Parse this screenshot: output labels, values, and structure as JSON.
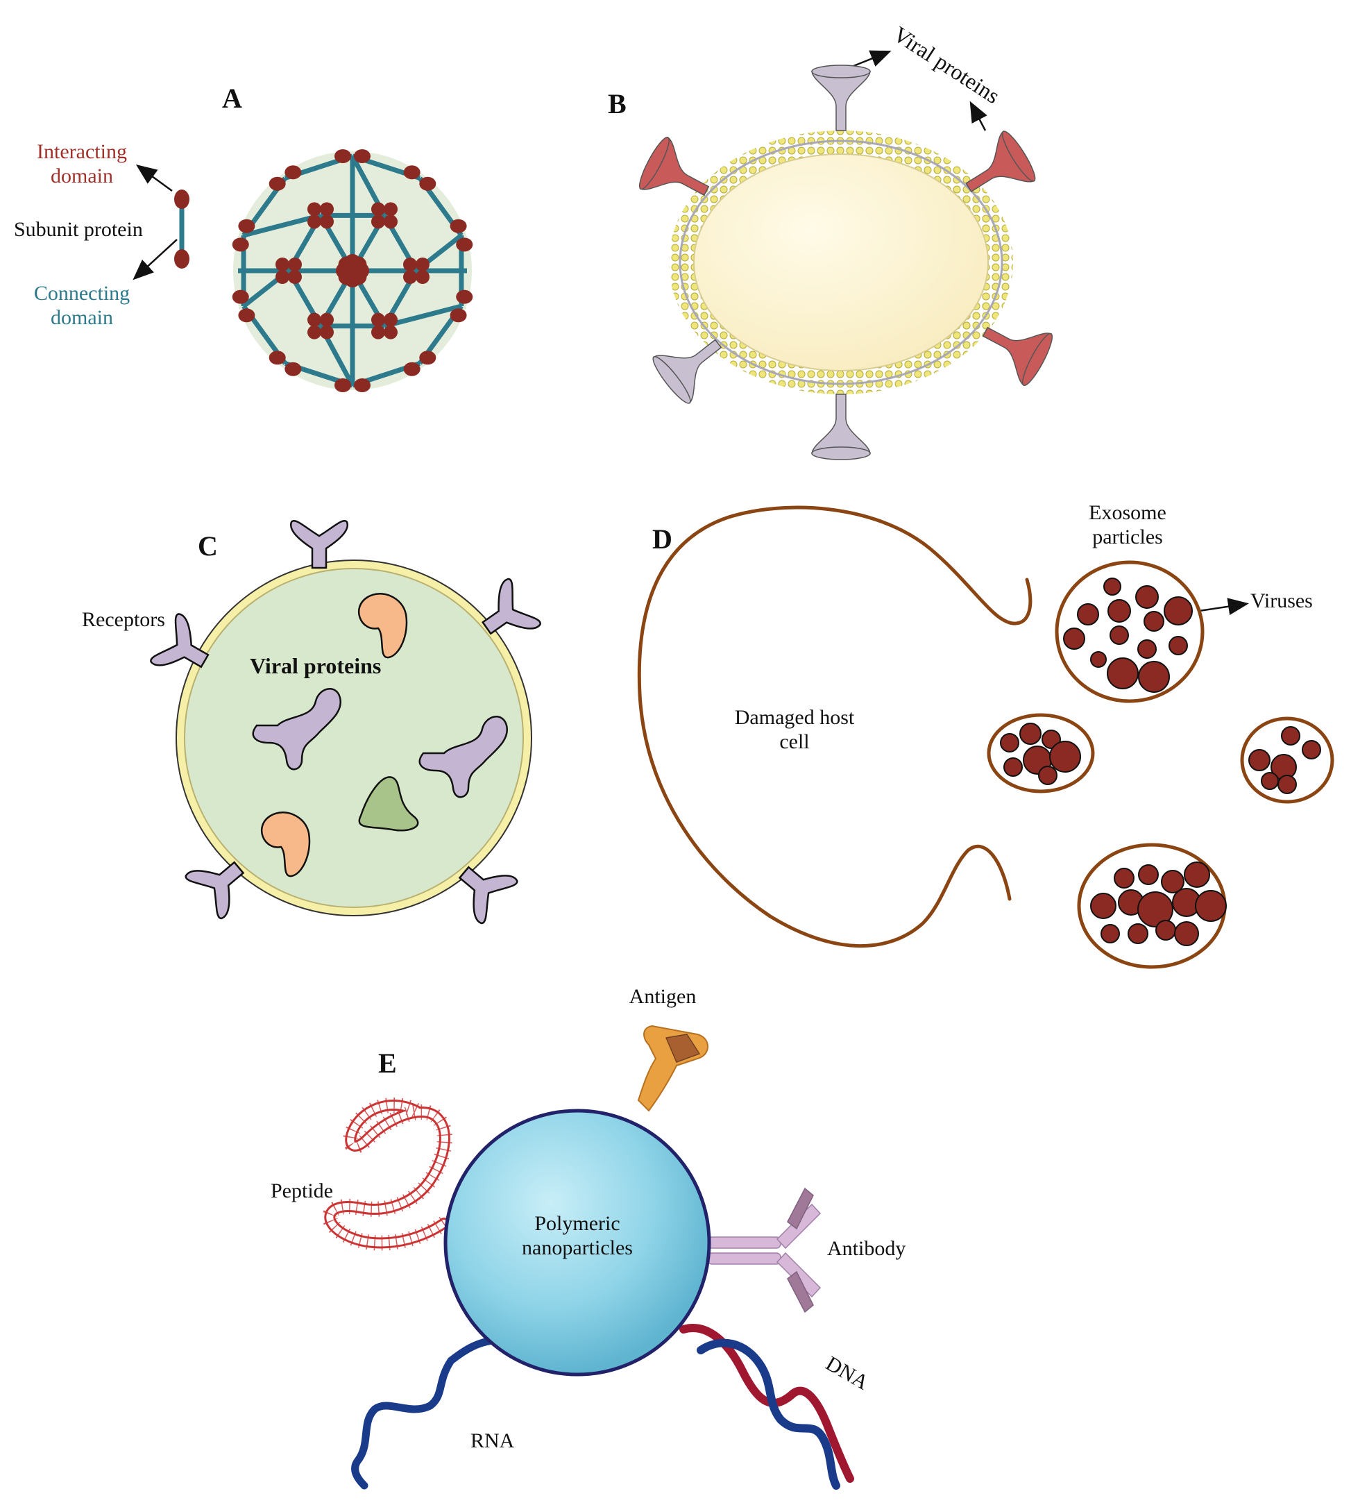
{
  "panels": {
    "A": {
      "letter": "A",
      "interacting_domain": [
        "Interacting",
        "domain"
      ],
      "subunit_protein": "Subunit protein",
      "connecting_domain": [
        "Connecting",
        "domain"
      ],
      "colors": {
        "interacting": "#8b2a22",
        "connecting": "#2c7a8c",
        "core_fill": "#e4eddc"
      }
    },
    "B": {
      "letter": "B",
      "viral_proteins": "Viral proteins",
      "colors": {
        "lumen": "#fdf3d0",
        "bilayer": "#e8e07a",
        "protein_red": "#c85a5a",
        "protein_grey": "#c8bfd0"
      }
    },
    "C": {
      "letter": "C",
      "receptors": "Receptors",
      "viral_proteins": "Viral proteins",
      "colors": {
        "body": "#d8e8cc",
        "rim": "#f3ec9a",
        "receptor": "#c4b6d2",
        "orange": "#f8b98a",
        "green": "#a8c48a"
      }
    },
    "D": {
      "letter": "D",
      "exosome_particles": [
        "Exosome",
        "particles"
      ],
      "viruses": "Viruses",
      "damaged_host_cell": [
        "Damaged host",
        "cell"
      ],
      "colors": {
        "membrane": "#8b4513",
        "virus": "#8b2a22"
      }
    },
    "E": {
      "letter": "E",
      "antigen": "Antigen",
      "peptide": "Peptide",
      "polymeric_nanoparticles": [
        "Polymeric",
        "nanoparticles"
      ],
      "antibody": "Antibody",
      "dna": "DNA",
      "rna": "RNA",
      "colors": {
        "nanoparticle": "#8fd4e8",
        "antigen": "#e8a040",
        "antibody": "#d8b8d8",
        "dna_red": "#a01830",
        "dna_blue": "#1a3a8a",
        "peptide": "#cc3333"
      }
    }
  }
}
